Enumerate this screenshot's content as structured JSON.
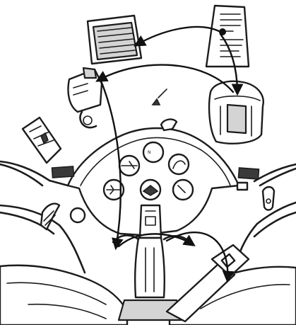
{
  "diagram": {
    "kind": "cockpit-scan-flow",
    "colors": {
      "ink": "#1c1c1c",
      "paper": "#ffffff",
      "panel": "#d4d4d4",
      "arrow": "#111111"
    },
    "elements": [
      {
        "id": "checklist",
        "icon": "checklist-icon"
      },
      {
        "id": "document",
        "icon": "document-icon"
      },
      {
        "id": "camera",
        "icon": "camera-icon"
      },
      {
        "id": "flight-bag",
        "icon": "bag-icon"
      },
      {
        "id": "sectional-map",
        "icon": "map-icon"
      },
      {
        "id": "instrument-panel",
        "icon": "gauge-icon"
      },
      {
        "id": "control-yoke",
        "icon": "yoke-icon"
      },
      {
        "id": "seatbelt",
        "icon": "seatbelt-icon"
      }
    ],
    "flow_arrows": [
      {
        "from": "document",
        "to": "checklist"
      },
      {
        "from": "document",
        "to": "flight-bag"
      },
      {
        "from": "flight-bag",
        "to": "camera"
      },
      {
        "from": "camera",
        "to": "control-yoke"
      },
      {
        "from": "control-yoke",
        "to": "seatbelt"
      }
    ],
    "gauge_text": "N"
  }
}
